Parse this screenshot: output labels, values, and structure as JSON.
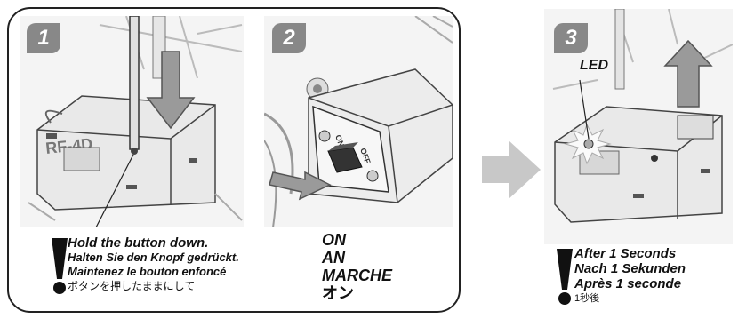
{
  "steps": [
    {
      "number": "1"
    },
    {
      "number": "2"
    },
    {
      "number": "3"
    }
  ],
  "step1": {
    "en": "Hold the button down.",
    "de": "Halten Sie den Knopf gedrückt.",
    "fr": "Maintenez le bouton enfoncé",
    "jp": "ボタンを押したままにして"
  },
  "step2": {
    "lines": [
      "ON",
      "AN",
      "MARCHE",
      "オン"
    ]
  },
  "step3": {
    "led_label": "LED",
    "en": "After 1 Seconds",
    "de": "Nach 1 Sekunden",
    "fr": "Après 1 seconde",
    "jp": "1秒後"
  },
  "colors": {
    "badge": "#888888",
    "arrow": "#9a9a9a",
    "frame": "#222222"
  }
}
